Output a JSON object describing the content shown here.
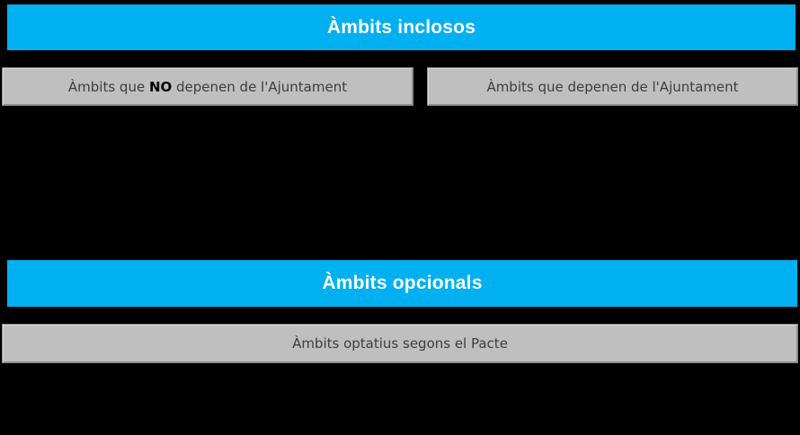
{
  "colors": {
    "background": "#000000",
    "band_blue": "#00B0F0",
    "band_text": "#FFFFFF",
    "box_gray": "#BFBFBF",
    "box_border": "#898989",
    "box_text": "#3D3D3D"
  },
  "sections": {
    "included": {
      "title": "Àmbits inclosos",
      "boxes": [
        {
          "prefix": "Àmbits que ",
          "bold": "NO",
          "suffix": " depenen de l'Ajuntament"
        },
        {
          "prefix": "Àmbits que depenen de l'Ajuntament",
          "bold": "",
          "suffix": ""
        }
      ]
    },
    "optional": {
      "title": "Àmbits opcionals",
      "boxes": [
        {
          "prefix": "Àmbits optatius segons el Pacte",
          "bold": "",
          "suffix": ""
        }
      ]
    }
  }
}
